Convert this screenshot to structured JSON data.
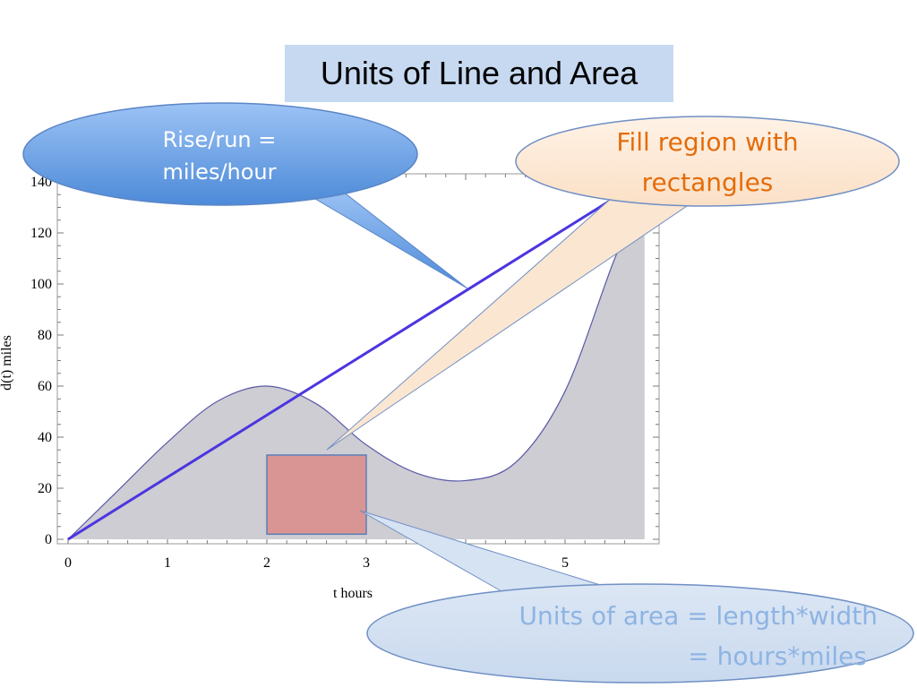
{
  "slide": {
    "title": "Units of Line and Area"
  },
  "callouts": {
    "slope": {
      "lines": [
        "Rise/run =",
        "miles/hour"
      ],
      "color": "#ffffff"
    },
    "fill": {
      "lines": [
        "Fill region with",
        "rectangles"
      ],
      "color": "#e46c0a"
    },
    "area": {
      "lines": [
        "Units of area = length*width",
        "= hours*miles"
      ],
      "color": "#8eb4e3"
    }
  },
  "colors": {
    "fill_region": "#cdcdd3",
    "curve_stroke": "#5a5aa8",
    "line": "#4b35e0",
    "rectangle": "#d99593"
  },
  "chart_data": {
    "type": "area",
    "xlabel": "t   hours",
    "ylabel": "d(t)  miles",
    "xlim": [
      0,
      5.9
    ],
    "ylim": [
      -2,
      143
    ],
    "xticks": [
      "0",
      "1",
      "2",
      "3",
      "5"
    ],
    "yticks": [
      "0",
      "20",
      "40",
      "60",
      "80",
      "100",
      "120",
      "140"
    ],
    "curve": {
      "x": [
        0,
        0.5,
        1,
        1.5,
        2,
        2.5,
        3,
        3.5,
        4,
        4.5,
        5,
        5.5,
        5.8
      ],
      "y": [
        0,
        19,
        38,
        54,
        60,
        53,
        37,
        26,
        23,
        30,
        58,
        110,
        135
      ]
    },
    "line": {
      "x": [
        0,
        5.55
      ],
      "y": [
        0,
        135
      ]
    },
    "rectangle": {
      "x": [
        2,
        3
      ],
      "y": [
        2,
        33
      ]
    }
  }
}
